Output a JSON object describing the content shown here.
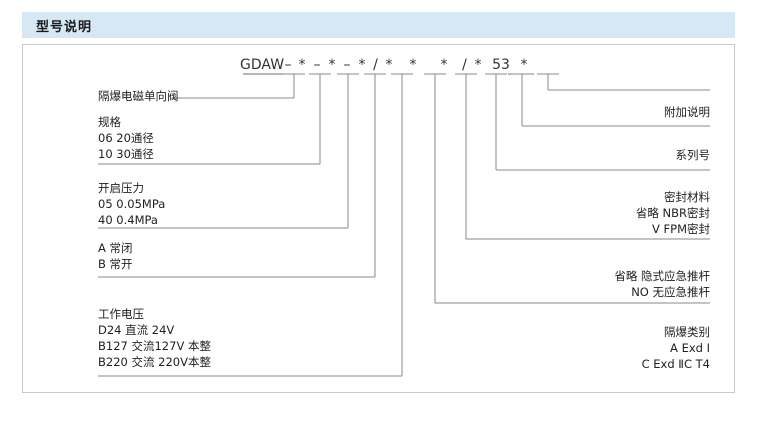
{
  "header": {
    "title": "型号说明"
  },
  "model_code": {
    "base": "GDAW",
    "tokens": [
      "GDAW",
      "–",
      "*",
      "–",
      "*",
      "–",
      "*",
      "/",
      "*",
      "*",
      "*",
      "/",
      "*",
      "53",
      "*"
    ]
  },
  "left_items": [
    {
      "name": "product-name",
      "lines": [
        "隔爆电磁单向阀"
      ]
    },
    {
      "name": "specification",
      "lines": [
        "规格",
        "06   20通径",
        "10   30通径"
      ]
    },
    {
      "name": "opening-pressure",
      "lines": [
        "开启压力",
        "05   0.05MPa",
        "40   0.4MPa"
      ]
    },
    {
      "name": "valve-state",
      "lines": [
        "A   常闭",
        "B   常开"
      ]
    },
    {
      "name": "working-voltage",
      "lines": [
        "工作电压",
        "D24        直流 24V",
        "B127     交流127V 本整",
        "B220     交流 220V本整"
      ]
    }
  ],
  "right_items": [
    {
      "name": "additional-description",
      "lines": [
        "附加说明"
      ]
    },
    {
      "name": "series-number",
      "lines": [
        "系列号"
      ]
    },
    {
      "name": "sealing-material",
      "lines": [
        "密封材料",
        "省略   NBR密封",
        "V      FPM密封"
      ]
    },
    {
      "name": "emergency-push-rod",
      "lines": [
        "省略  隐式应急推杆",
        "NO    无应急推杆"
      ]
    },
    {
      "name": "explosion-proof-category",
      "lines": [
        "隔爆类别",
        "A           Exd Ⅰ",
        "C   Exd ⅡC T4"
      ]
    }
  ],
  "colors": {
    "header_bg": "#d7e8f5",
    "frame_border": "#c9c9c9",
    "line": "#8a8a8a",
    "text": "#1a1a1a"
  }
}
